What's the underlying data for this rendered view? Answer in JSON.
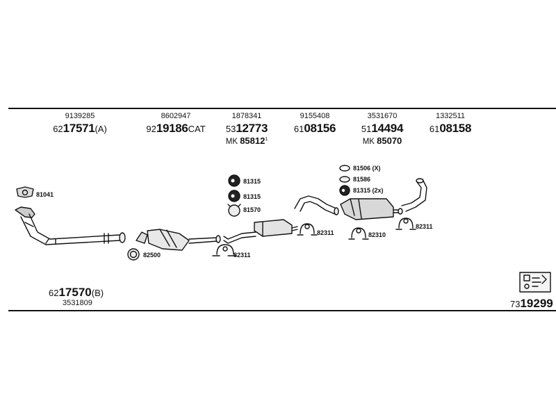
{
  "header_parts": [
    {
      "oem": "9139285",
      "prefix": "62",
      "bold": "17571",
      "suffix": "(A)"
    },
    {
      "oem": "8602947",
      "prefix": "92",
      "bold": "19186",
      "suffix": "CAT"
    },
    {
      "oem": "1878341",
      "prefix": "53",
      "bold": "12773",
      "suffix": "",
      "mk_label": "MK",
      "mk_value": "85812",
      "mk_sup": "1"
    },
    {
      "oem": "9155408",
      "prefix": "61",
      "bold": "08156",
      "suffix": ""
    },
    {
      "oem": "3531670",
      "prefix": "51",
      "bold": "14494",
      "suffix": "",
      "mk_label": "MK",
      "mk_value": "85070"
    },
    {
      "oem": "1332511",
      "prefix": "61",
      "bold": "08158",
      "suffix": ""
    }
  ],
  "callouts": {
    "c81041": "81041",
    "c82500": "82500",
    "c81315a": "81315",
    "c81315b": "81315",
    "c81570": "81570",
    "c82311a": "82311",
    "c82311b": "82311",
    "c82310": "82310",
    "c81506": "81506 (X)",
    "c81586": "81586",
    "c81315c": "81315 (2x)",
    "c82311c": "82311"
  },
  "footer": {
    "left_prefix": "62",
    "left_bold": "17570",
    "left_suffix": "(B)",
    "left_oem": "3531809",
    "right_prefix": "73",
    "right_bold": "19299"
  }
}
